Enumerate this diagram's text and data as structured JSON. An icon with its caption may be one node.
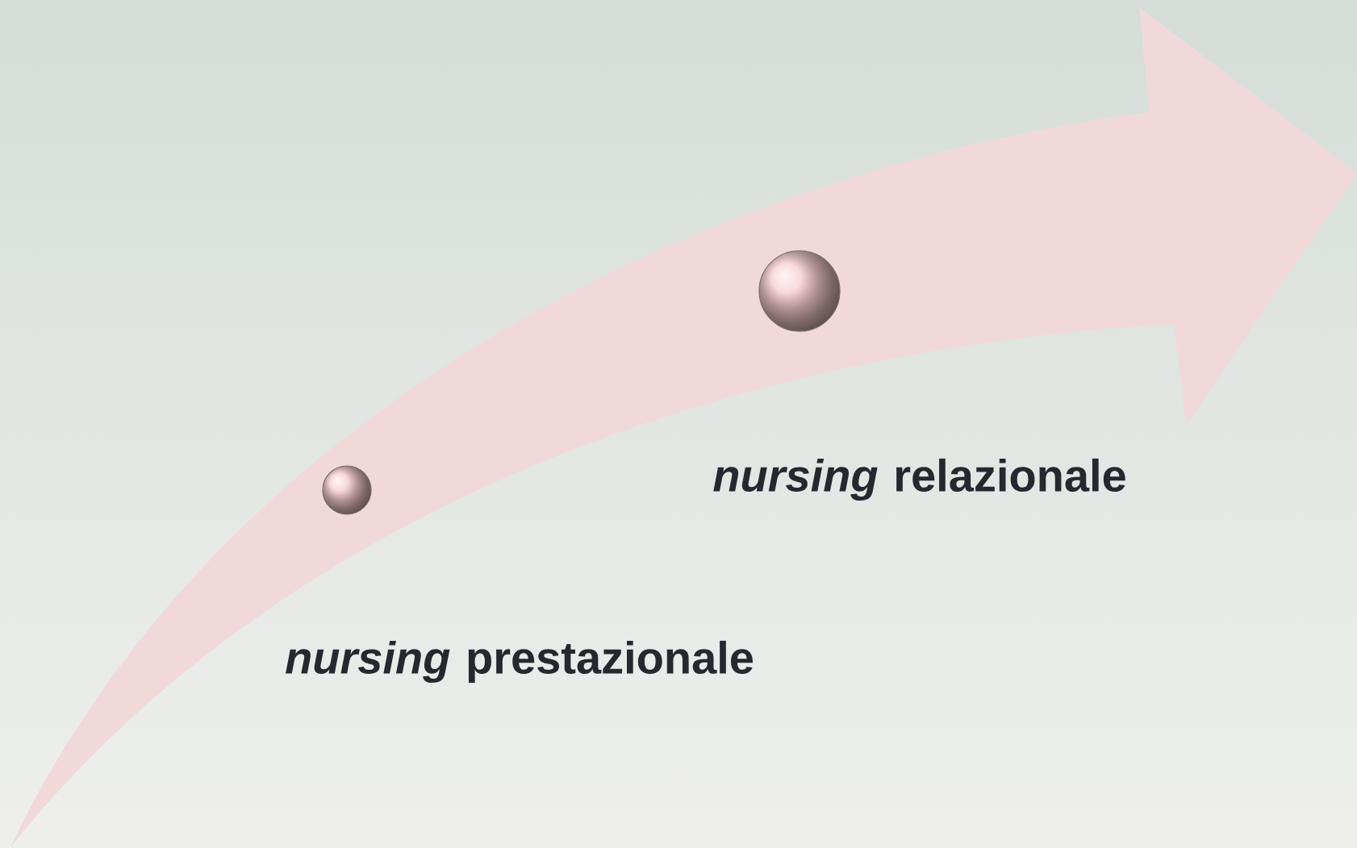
{
  "diagram": {
    "nodes": [
      {
        "text": [],
        "shape": "circle",
        "beside": [
          "*nursing* prestazionale"
        ]
      },
      {
        "text": [],
        "shape": "circle",
        "beside": [
          "*nursing* relazionale"
        ]
      }
    ]
  }
}
